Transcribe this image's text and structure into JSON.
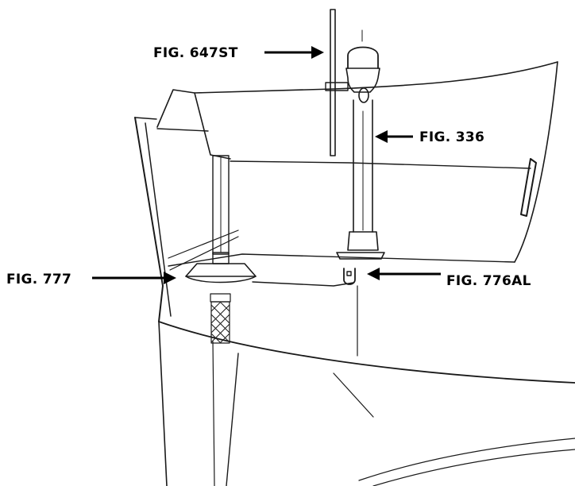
{
  "callouts": {
    "fig_647st": "FIG. 647ST",
    "fig_336": "FIG. 336",
    "fig_777": "FIG. 777",
    "fig_776al": "FIG. 776AL"
  },
  "colors": {
    "ink": "#1a1a1a",
    "background": "#ffffff"
  }
}
